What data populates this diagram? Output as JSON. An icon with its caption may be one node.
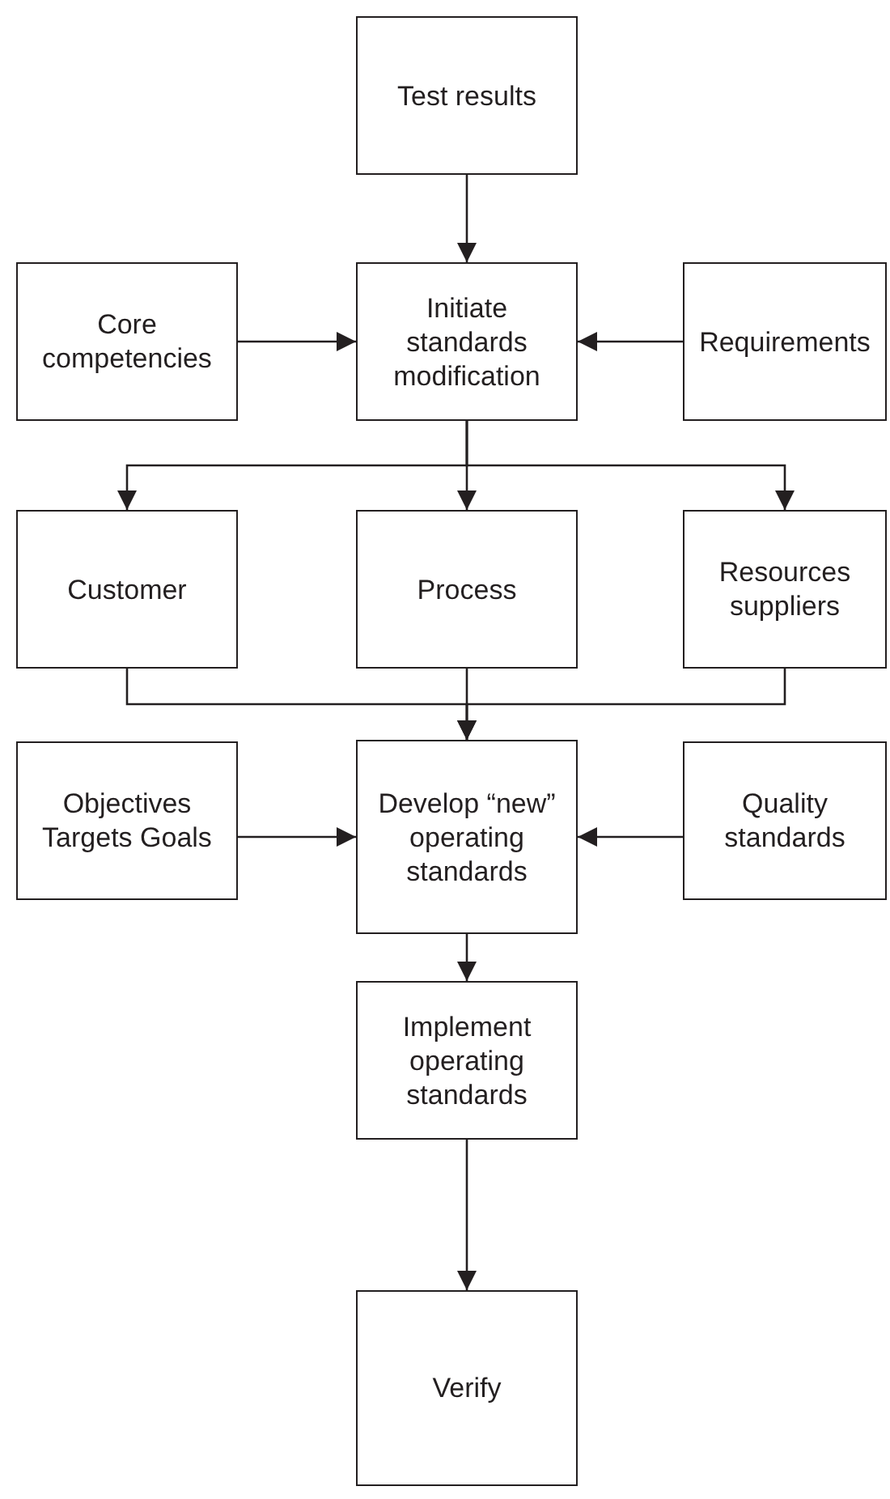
{
  "diagram": {
    "nodes": [
      {
        "text": [
          "Test results"
        ]
      },
      {
        "text": [
          "Core competencies"
        ]
      },
      {
        "text": [
          "Initiate standards modification"
        ]
      },
      {
        "text": [
          "Requirements"
        ]
      },
      {
        "text": [
          "Customer"
        ]
      },
      {
        "text": [
          "Process"
        ]
      },
      {
        "text": [
          "Resources suppliers"
        ]
      },
      {
        "text": [
          "Objectives Targets Goals"
        ]
      },
      {
        "text": [
          "Develop “new” operating standards"
        ]
      },
      {
        "text": [
          "Quality standards"
        ]
      },
      {
        "text": [
          "Implement operating standards"
        ]
      },
      {
        "text": [
          "Verify"
        ]
      }
    ],
    "edges": [
      {
        "from": 0,
        "to": 2,
        "arrow": "to"
      },
      {
        "from": 1,
        "to": 2,
        "arrow": "to"
      },
      {
        "from": 3,
        "to": 2,
        "arrow": "to"
      },
      {
        "from": 2,
        "to": 4,
        "arrow": "to"
      },
      {
        "from": 2,
        "to": 5,
        "arrow": "to"
      },
      {
        "from": 2,
        "to": 6,
        "arrow": "to"
      },
      {
        "from": 4,
        "to": 8,
        "arrow": "to"
      },
      {
        "from": 5,
        "to": 8,
        "arrow": "to"
      },
      {
        "from": 6,
        "to": 8,
        "arrow": "to"
      },
      {
        "from": 7,
        "to": 8,
        "arrow": "to"
      },
      {
        "from": 9,
        "to": 8,
        "arrow": "to"
      },
      {
        "from": 8,
        "to": 10,
        "arrow": "to"
      },
      {
        "from": 10,
        "to": 11,
        "arrow": "to"
      }
    ]
  }
}
